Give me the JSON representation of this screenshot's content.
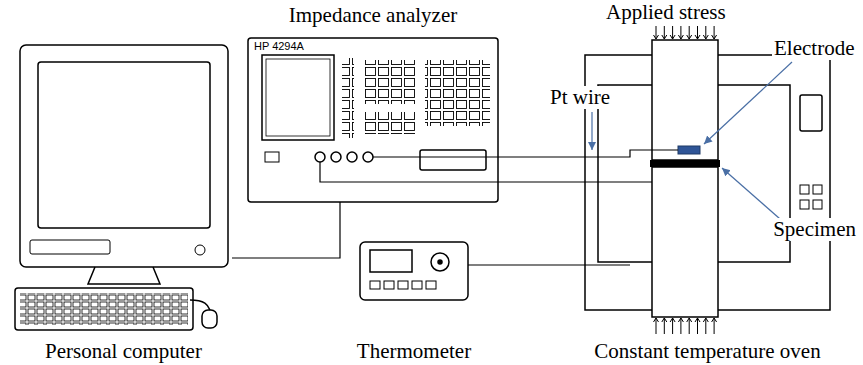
{
  "diagram": {
    "nodes": [
      {
        "text": [
          "Personal computer"
        ]
      },
      {
        "text": [
          "Impedance analyzer",
          "HP 4294A"
        ]
      },
      {
        "text": [
          "Thermometer"
        ]
      },
      {
        "text": [
          "Constant temperature oven"
        ]
      }
    ],
    "edges": [
      {
        "from": 0,
        "to": 1,
        "arrow": "none"
      },
      {
        "from": 1,
        "to": 3,
        "arrow": "none"
      },
      {
        "from": 1,
        "to": 3,
        "arrow": "none"
      },
      {
        "from": 2,
        "to": 3,
        "arrow": "none"
      }
    ],
    "labels": [
      "Applied stress",
      "Pt wire",
      "Electrode",
      "Specimen"
    ]
  }
}
